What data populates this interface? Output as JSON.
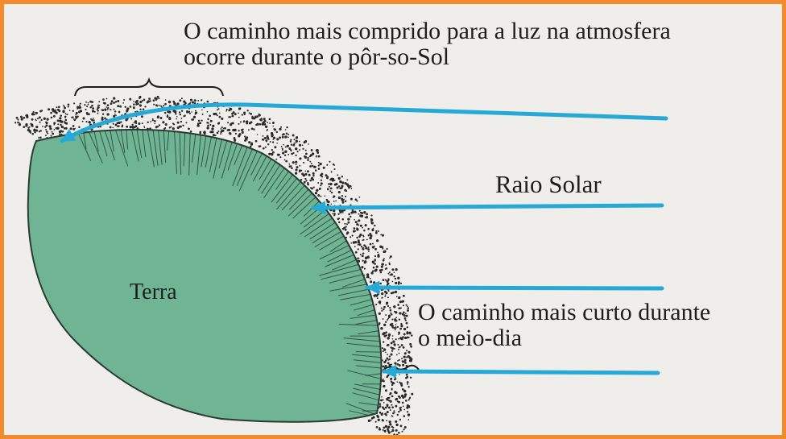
{
  "labels": {
    "long_path_line1": "O caminho mais comprido para a luz na atmosfera",
    "long_path_line2": "ocorre durante o pôr-so-Sol",
    "sun_ray": "Raio Solar",
    "earth": "Terra",
    "short_path_line1": "O caminho mais curto durante",
    "short_path_line2": "o meio-dia"
  },
  "colors": {
    "frame_border": "#f28a2e",
    "background": "#efeeea",
    "earth_fill": "#6fb594",
    "ray": "#26a9d6",
    "ink": "#1e1e1e"
  }
}
